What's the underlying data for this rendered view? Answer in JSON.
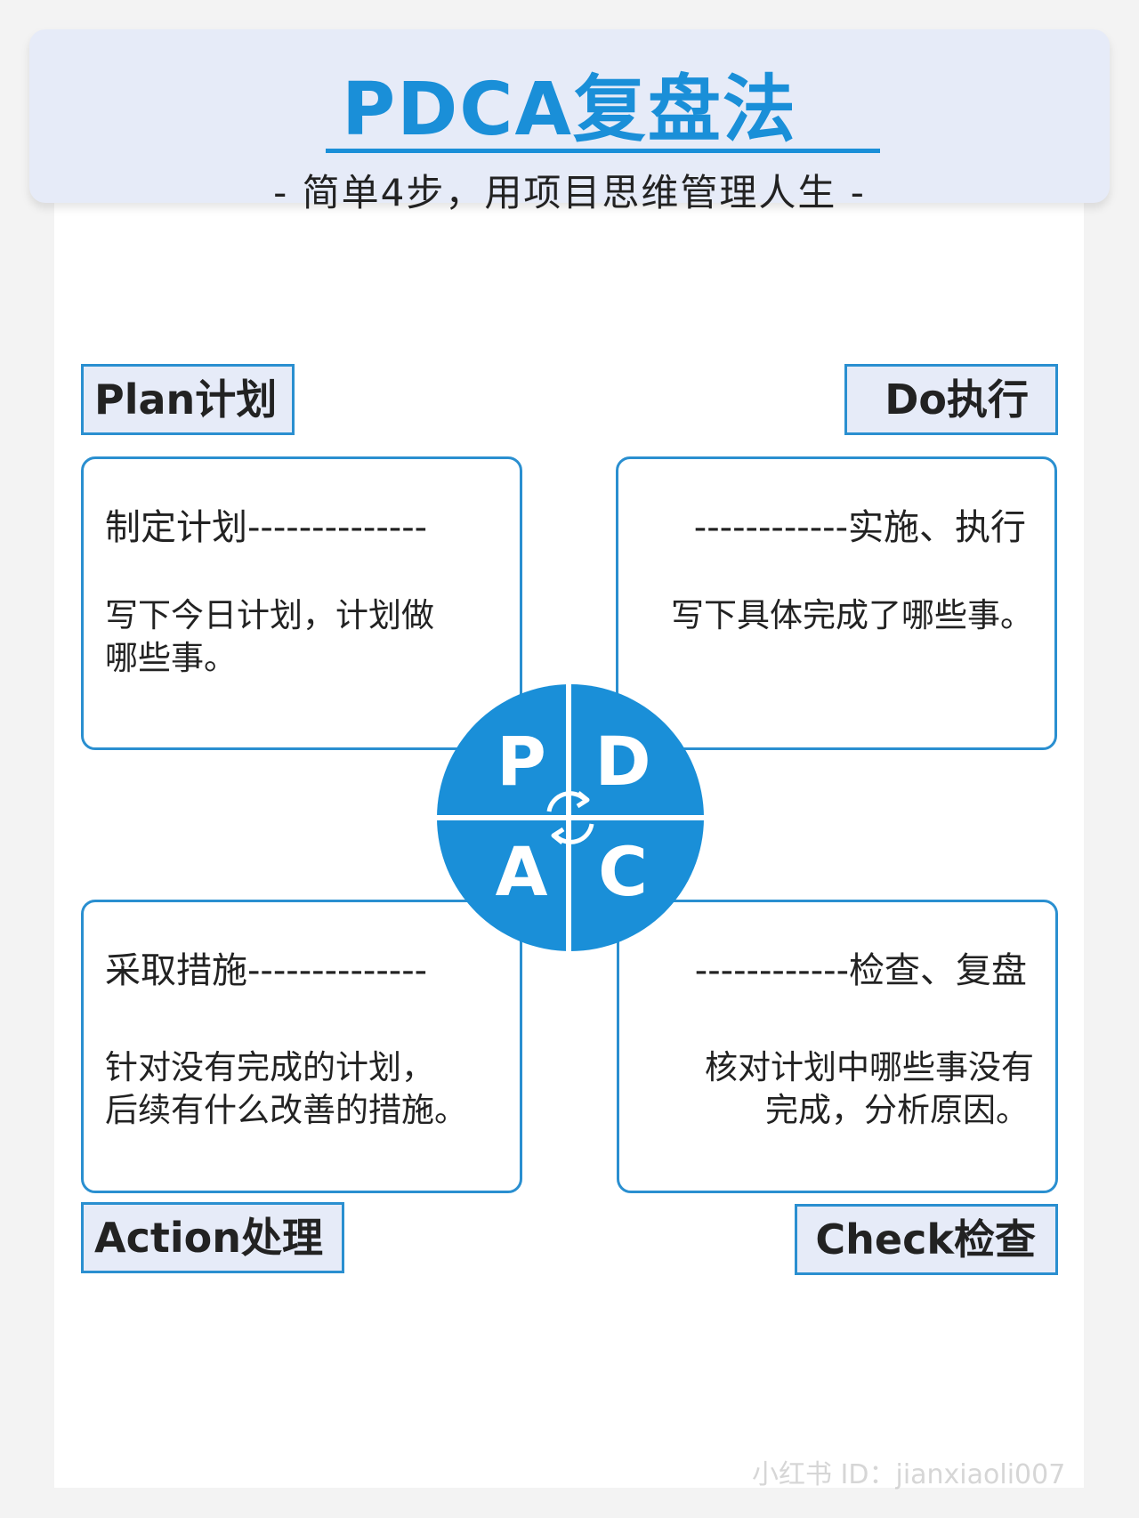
{
  "header": {
    "title": "PDCA复盘法",
    "subtitle": "- 简单4步，用项目思维管理人生 -"
  },
  "plan": {
    "label": "Plan计划",
    "heading": "制定计划--------------",
    "body_line1": "写下今日计划，计划做",
    "body_line2": "哪些事。"
  },
  "do": {
    "label": "Do执行",
    "heading": "------------实施、执行",
    "body_line1": "写下具体完成了哪些事。"
  },
  "action": {
    "label": "Action处理",
    "heading": "采取措施--------------",
    "body_line1": "针对没有完成的计划，",
    "body_line2": "后续有什么改善的措施。"
  },
  "check": {
    "label": "Check检查",
    "heading": "------------检查、复盘",
    "body_line1": "核对计划中哪些事没有",
    "body_line2": "完成，分析原因。"
  },
  "cycle": {
    "letters": [
      "P",
      "D",
      "A",
      "C"
    ],
    "color": "#1a8fd8",
    "center_icon": "refresh-icon"
  },
  "watermark": "小红书 ID：jianxiaoli007"
}
